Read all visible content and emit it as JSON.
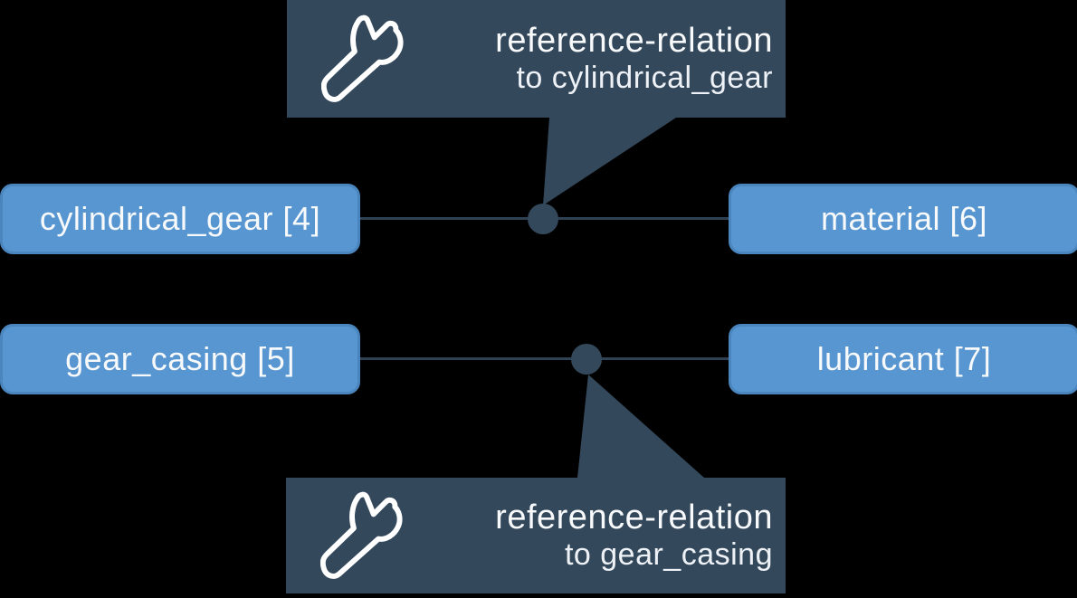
{
  "colors": {
    "background": "#000000",
    "node_fill": "#5896d1",
    "node_border": "#4a85bd",
    "callout_bg": "#34485c",
    "connector": "#2e4254",
    "text": "#f7f9fa"
  },
  "nodes": [
    {
      "id": "cylindrical_gear",
      "label": "cylindrical_gear [4]",
      "count": 4
    },
    {
      "id": "material",
      "label": "material [6]",
      "count": 6
    },
    {
      "id": "gear_casing",
      "label": "gear_casing [5]",
      "count": 5
    },
    {
      "id": "lubricant",
      "label": "lubricant [7]",
      "count": 7
    }
  ],
  "relations": [
    {
      "from": "cylindrical_gear",
      "to": "material",
      "callout_line1": "reference-relation",
      "callout_line2": "to cylindrical_gear",
      "icon": "wrench-icon"
    },
    {
      "from": "gear_casing",
      "to": "lubricant",
      "callout_line1": "reference-relation",
      "callout_line2": "to gear_casing",
      "icon": "wrench-icon"
    }
  ]
}
